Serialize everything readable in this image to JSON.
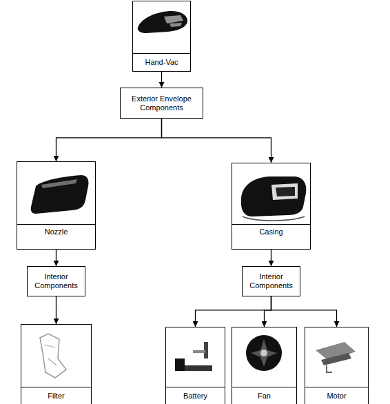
{
  "diagram": {
    "nodes": [
      {
        "text": [
          "Hand-Vac"
        ]
      },
      {
        "text": [
          "Exterior Envelope Components"
        ]
      },
      {
        "text": [
          "Nozzle"
        ]
      },
      {
        "text": [
          "Casing"
        ]
      },
      {
        "text": [
          "Interior Components"
        ]
      },
      {
        "text": [
          "Interior Components"
        ]
      },
      {
        "text": [
          "Filter"
        ]
      },
      {
        "text": [
          "Battery"
        ]
      },
      {
        "text": [
          "Fan"
        ]
      },
      {
        "text": [
          "Motor"
        ]
      }
    ],
    "edges": [
      {
        "from": 0,
        "to": 1,
        "arrow": "to"
      },
      {
        "from": 1,
        "to": 2,
        "arrow": "to"
      },
      {
        "from": 1,
        "to": 3,
        "arrow": "to"
      },
      {
        "from": 2,
        "to": 4,
        "arrow": "to"
      },
      {
        "from": 3,
        "to": 5,
        "arrow": "to"
      },
      {
        "from": 4,
        "to": 6,
        "arrow": "to"
      },
      {
        "from": 5,
        "to": 7,
        "arrow": "to"
      },
      {
        "from": 5,
        "to": 8,
        "arrow": "to"
      },
      {
        "from": 5,
        "to": 9,
        "arrow": "to"
      }
    ]
  }
}
